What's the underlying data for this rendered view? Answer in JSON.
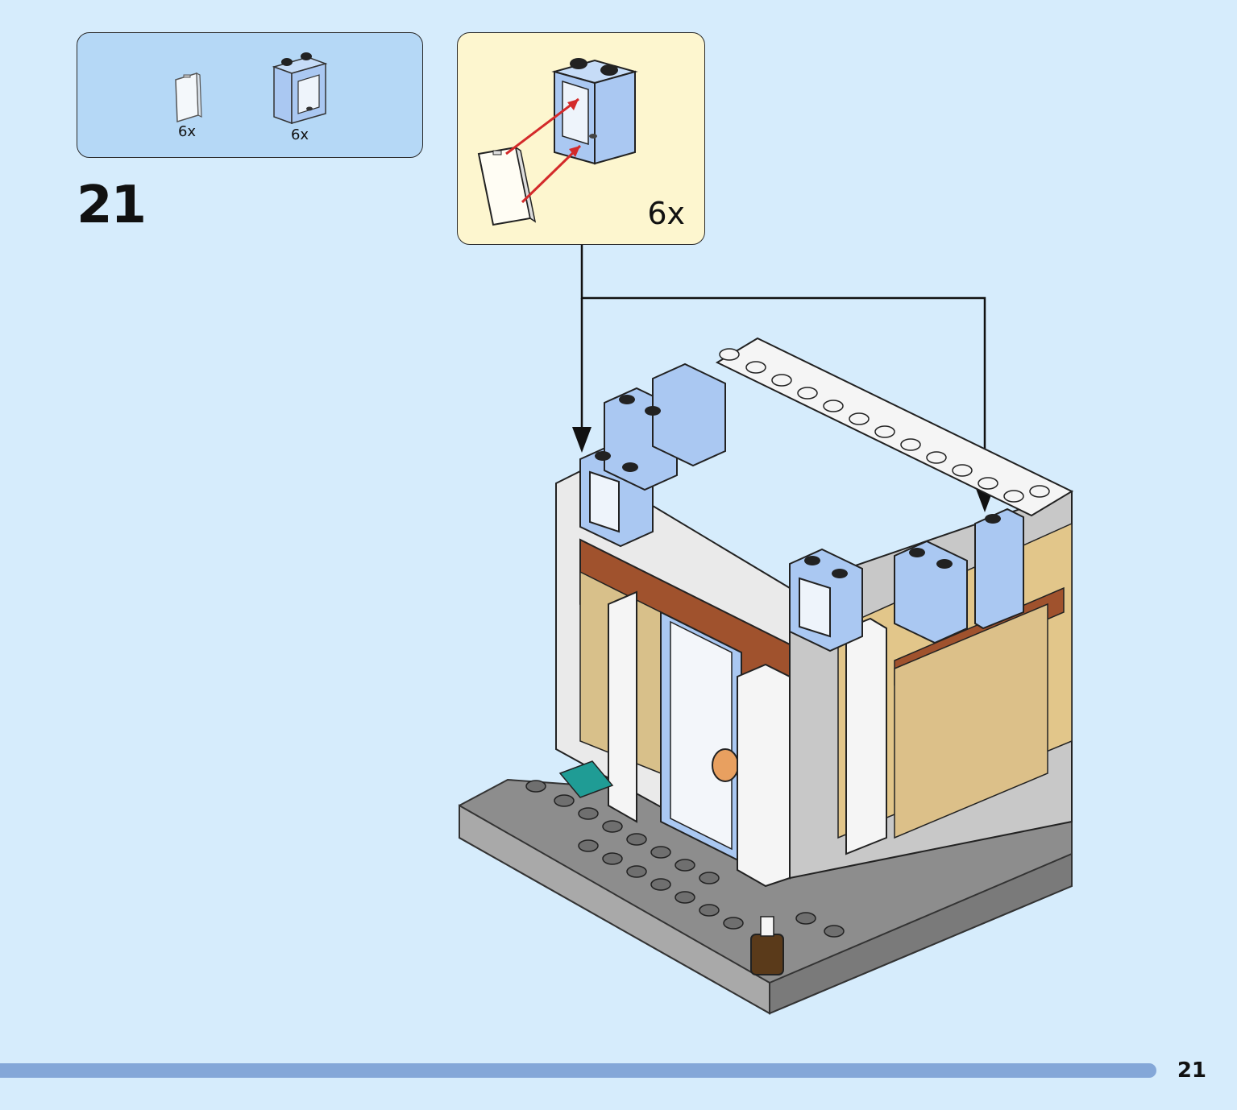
{
  "parts_box": {
    "items": [
      {
        "name": "transparent-glass-pane",
        "qty": "6x"
      },
      {
        "name": "light-blue-window-frame",
        "qty": "6x"
      }
    ]
  },
  "step": {
    "number": "21"
  },
  "callout": {
    "qty": "6x"
  },
  "page": {
    "number": "21"
  },
  "colors": {
    "background": "#d6ecfc",
    "parts_box": "#b5d8f6",
    "callout": "#fdf6cf",
    "window_frame": "#aac8f2",
    "arrow_red": "#d32a2a",
    "progress_bar": "#84a7d8"
  }
}
